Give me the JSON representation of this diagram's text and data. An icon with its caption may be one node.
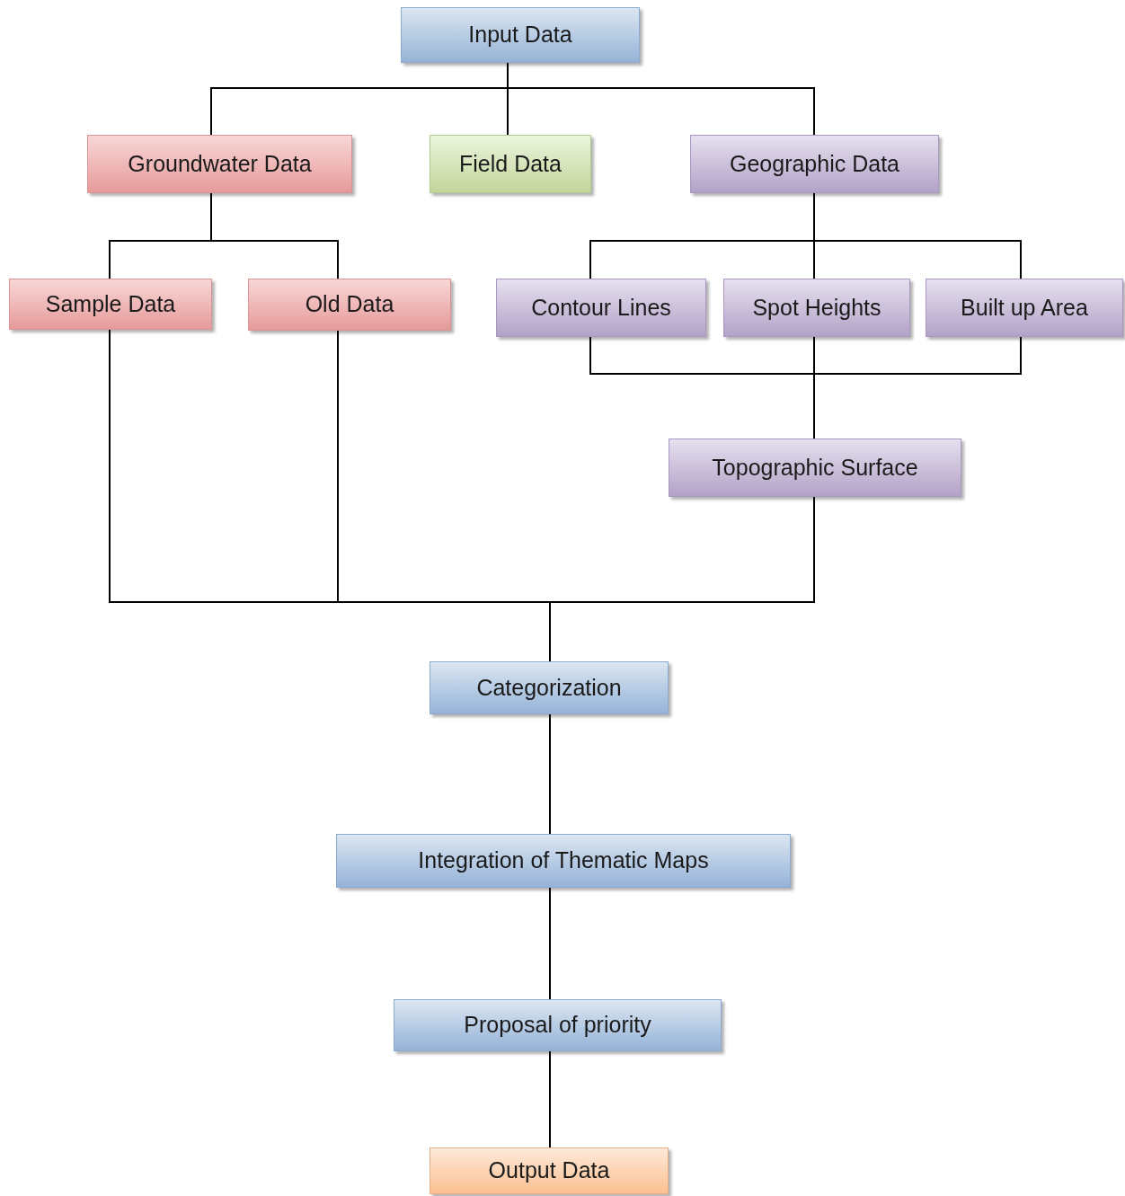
{
  "diagram": {
    "nodes": [
      {
        "text": [
          "Input Data"
        ]
      },
      {
        "text": [
          "Groundwater Data"
        ]
      },
      {
        "text": [
          "Field Data"
        ]
      },
      {
        "text": [
          "Geographic Data"
        ]
      },
      {
        "text": [
          "Sample Data"
        ]
      },
      {
        "text": [
          "Old Data"
        ]
      },
      {
        "text": [
          "Contour Lines"
        ]
      },
      {
        "text": [
          "Spot Heights"
        ]
      },
      {
        "text": [
          "Built up Area"
        ]
      },
      {
        "text": [
          "Topographic Surface"
        ]
      },
      {
        "text": [
          "Categorization"
        ]
      },
      {
        "text": [
          "Integration of Thematic Maps"
        ]
      },
      {
        "text": [
          "Proposal of priority"
        ]
      },
      {
        "text": [
          "Output Data"
        ]
      }
    ],
    "edges": [
      {
        "from": 0,
        "to": 1,
        "arrow": "none"
      },
      {
        "from": 0,
        "to": 2,
        "arrow": "none"
      },
      {
        "from": 0,
        "to": 3,
        "arrow": "none"
      },
      {
        "from": 1,
        "to": 4,
        "arrow": "none"
      },
      {
        "from": 1,
        "to": 5,
        "arrow": "none"
      },
      {
        "from": 3,
        "to": 6,
        "arrow": "none"
      },
      {
        "from": 3,
        "to": 7,
        "arrow": "none"
      },
      {
        "from": 3,
        "to": 8,
        "arrow": "none"
      },
      {
        "from": 6,
        "to": 9,
        "arrow": "none"
      },
      {
        "from": 7,
        "to": 9,
        "arrow": "none"
      },
      {
        "from": 8,
        "to": 9,
        "arrow": "none"
      },
      {
        "from": 4,
        "to": 10,
        "arrow": "none"
      },
      {
        "from": 5,
        "to": 10,
        "arrow": "none"
      },
      {
        "from": 9,
        "to": 10,
        "arrow": "none"
      },
      {
        "from": 10,
        "to": 11,
        "arrow": "none"
      },
      {
        "from": 11,
        "to": 12,
        "arrow": "none"
      },
      {
        "from": 12,
        "to": 13,
        "arrow": "none"
      }
    ]
  }
}
